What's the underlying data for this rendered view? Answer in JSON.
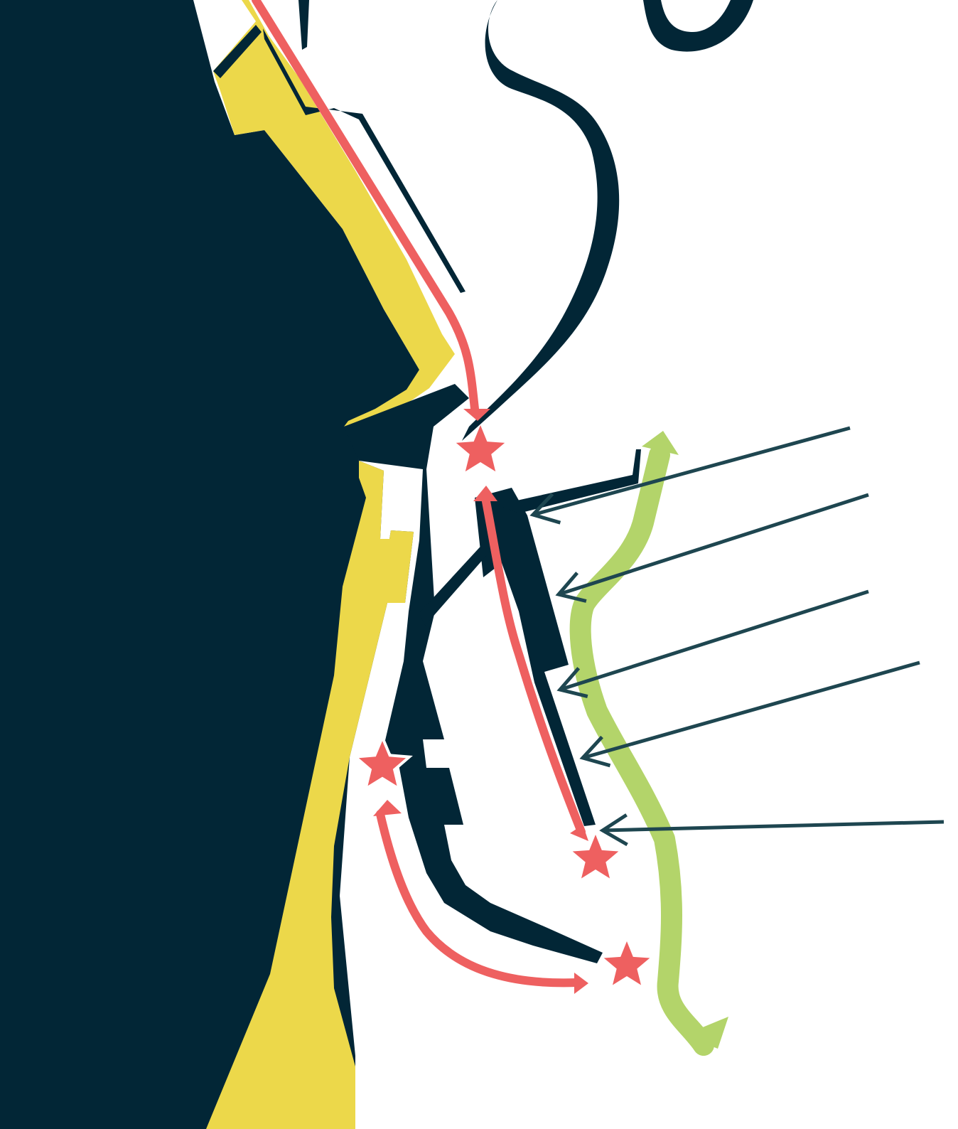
{
  "map": {
    "colors": {
      "background": "#ffffff",
      "land": "#022636",
      "coastal_band": "#ecd84a",
      "route": "#ee6060",
      "current_arrow": "#b3d46a",
      "pointer_line": "#1e4650",
      "star_outline": "#ffffff"
    },
    "layers": {
      "land_mass": "coastline-land",
      "coastal_band": "coastal-zone",
      "river": "river-channel",
      "jetties": "jetty-structures",
      "routes": "red-route-arrows",
      "markers": "red-star-markers",
      "current": "green-current-arrow",
      "pointers": "callout-pointer-lines"
    },
    "markers": [
      {
        "id": "star-north",
        "icon": "star-icon"
      },
      {
        "id": "star-west",
        "icon": "star-icon"
      },
      {
        "id": "star-east",
        "icon": "star-icon"
      },
      {
        "id": "star-south",
        "icon": "star-icon"
      }
    ],
    "pointer_count": 5,
    "labels": []
  }
}
